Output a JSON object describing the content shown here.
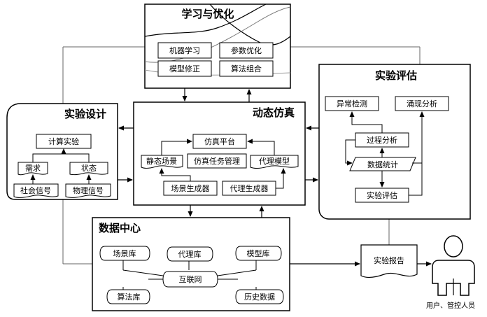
{
  "learning": {
    "title": "学习与优化",
    "items": [
      "机器学习",
      "参数优化",
      "模型修正",
      "算法组合"
    ]
  },
  "design": {
    "title": "实验设计",
    "compute": "计算实验",
    "need": "需求",
    "state": "状态",
    "social": "社会信号",
    "physical": "物理信号"
  },
  "simulation": {
    "title": "动态仿真",
    "platform": "仿真平台",
    "static_scene": "静态场景",
    "task_mgmt": "仿真任务管理",
    "agent_model": "代理模型",
    "scene_gen": "场景生成器",
    "agent_gen": "代理生成器"
  },
  "evaluation": {
    "title": "实验评估",
    "anomaly": "异常检测",
    "emergence": "涌现分析",
    "process": "过程分析",
    "stats": "数据统计",
    "assess": "实验评估"
  },
  "datacenter": {
    "title": "数据中心",
    "scene_db": "场景库",
    "agent_db": "代理库",
    "model_db": "模型库",
    "internet": "互联网",
    "algo_db": "算法库",
    "history": "历史数据"
  },
  "report": "实验报告",
  "user": "用户、管控人员"
}
